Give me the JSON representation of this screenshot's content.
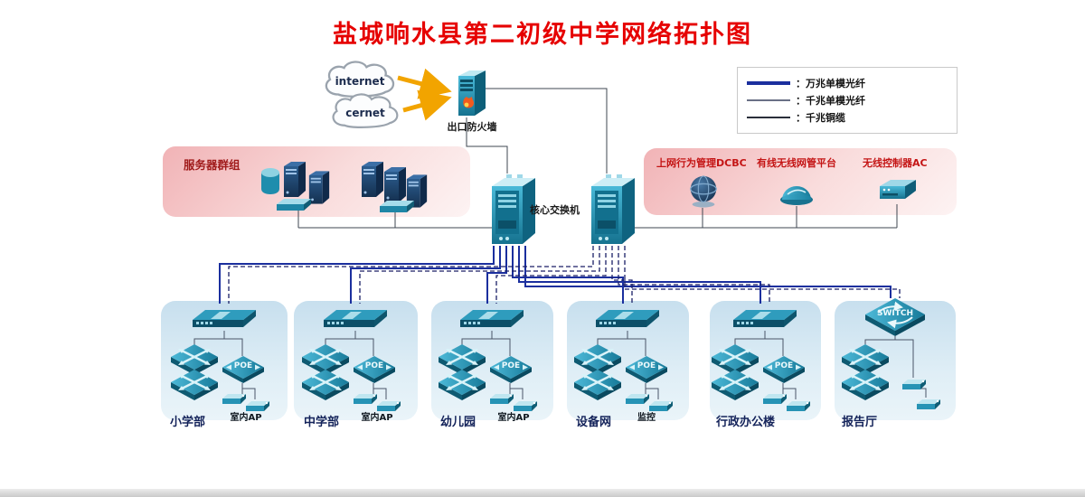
{
  "title": "盐城响水县第二初级中学网络拓扑图",
  "clouds": [
    {
      "label": "internet"
    },
    {
      "label": "cernet"
    }
  ],
  "firewall": {
    "label": "出口防火墙"
  },
  "legend": {
    "items": [
      {
        "label": "：万兆单模光纤",
        "color": "#1b2f9e",
        "style": "thick"
      },
      {
        "label": "：千兆单模光纤",
        "color": "#6a7086",
        "style": "thin"
      },
      {
        "label": "：千兆铜缆",
        "color": "#2a2f3a",
        "style": "thin"
      }
    ]
  },
  "server_group": {
    "label": "服务器群组"
  },
  "core": {
    "label": "核心交换机"
  },
  "management": {
    "items": [
      {
        "label": "上网行为管理DCBC"
      },
      {
        "label": "有线无线网管平台"
      },
      {
        "label": "无线控制器AC"
      }
    ]
  },
  "device_text": {
    "poe": "POE",
    "switch": "SWITCH"
  },
  "groups": [
    {
      "label": "小学部",
      "sub": "室内AP"
    },
    {
      "label": "中学部",
      "sub": "室内AP"
    },
    {
      "label": "幼儿园",
      "sub": "室内AP"
    },
    {
      "label": "设备网",
      "sub": "监控"
    },
    {
      "label": "行政办公楼"
    },
    {
      "label": "报告厅"
    }
  ],
  "colors": {
    "title": "#e60000",
    "label_red": "#c41414",
    "group_label": "#14235a",
    "thick_fiber": "#1b2f9e",
    "dashed_fiber": "#1a1f66",
    "thin_line": "#3f4752",
    "device_teal": "#2693b5",
    "panel_pink": "#f6cdce",
    "panel_blue": "#d7e9f3"
  }
}
